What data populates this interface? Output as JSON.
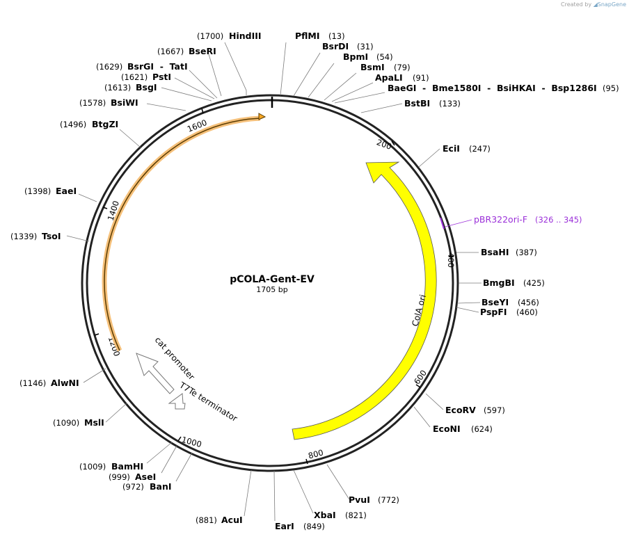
{
  "credit": {
    "prefix": "Created by",
    "brand": "SnapGene"
  },
  "plasmid": {
    "name": "pCOLA-Gent-EV",
    "length_label": "1705 bp",
    "length": 1705
  },
  "enzymes": [
    {
      "name": "HindIII",
      "pos": "(1700)"
    },
    {
      "name": "PflMI",
      "pos": "(13)"
    },
    {
      "name": "BsrDI",
      "pos": "(31)"
    },
    {
      "name": "BpmI",
      "pos": "(54)"
    },
    {
      "name": "BsmI",
      "pos": "(79)"
    },
    {
      "name": "ApaLI",
      "pos": "(91)"
    },
    {
      "name": "BaeGI  -  Bme1580I  -  BsiHKAI  -  Bsp1286I",
      "pos": "(95)"
    },
    {
      "name": "BstBI",
      "pos": "(133)"
    },
    {
      "name": "EciI",
      "pos": "(247)"
    },
    {
      "name": "BsaHI",
      "pos": "(387)"
    },
    {
      "name": "BmgBI",
      "pos": "(425)"
    },
    {
      "name": "BseYI",
      "pos": "(456)"
    },
    {
      "name": "PspFI",
      "pos": "(460)"
    },
    {
      "name": "EcoRV",
      "pos": "(597)"
    },
    {
      "name": "EcoNI",
      "pos": "(624)"
    },
    {
      "name": "PvuI",
      "pos": "(772)"
    },
    {
      "name": "XbaI",
      "pos": "(821)"
    },
    {
      "name": "EarI",
      "pos": "(849)"
    },
    {
      "name": "AcuI",
      "pos": "(881)"
    },
    {
      "name": "BanI",
      "pos": "(972)"
    },
    {
      "name": "AseI",
      "pos": "(999)"
    },
    {
      "name": "BamHI",
      "pos": "(1009)"
    },
    {
      "name": "MslI",
      "pos": "(1090)"
    },
    {
      "name": "AlwNI",
      "pos": "(1146)"
    },
    {
      "name": "TsoI",
      "pos": "(1339)"
    },
    {
      "name": "EaeI",
      "pos": "(1398)"
    },
    {
      "name": "BtgZI",
      "pos": "(1496)"
    },
    {
      "name": "BsiWI",
      "pos": "(1578)"
    },
    {
      "name": "BsgI",
      "pos": "(1613)"
    },
    {
      "name": "PstI",
      "pos": "(1621)"
    },
    {
      "name": "BsrGI  -  TatI",
      "pos": "(1629)"
    },
    {
      "name": "BseRI",
      "pos": "(1667)"
    }
  ],
  "primer": {
    "name": "pBR322ori-F",
    "range": "(326 .. 345)",
    "color": "#9b30d9"
  },
  "features": {
    "cola_ori": {
      "label": "ColA ori",
      "color": "#ffff00"
    },
    "orange_arrow": {
      "color": "#f5a623"
    },
    "cat_promoter": {
      "label": "cat promoter"
    },
    "t7te": {
      "label": "T7Te terminator"
    }
  },
  "ticks": [
    "200",
    "400",
    "600",
    "800",
    "1000",
    "1200",
    "1400",
    "1600"
  ]
}
